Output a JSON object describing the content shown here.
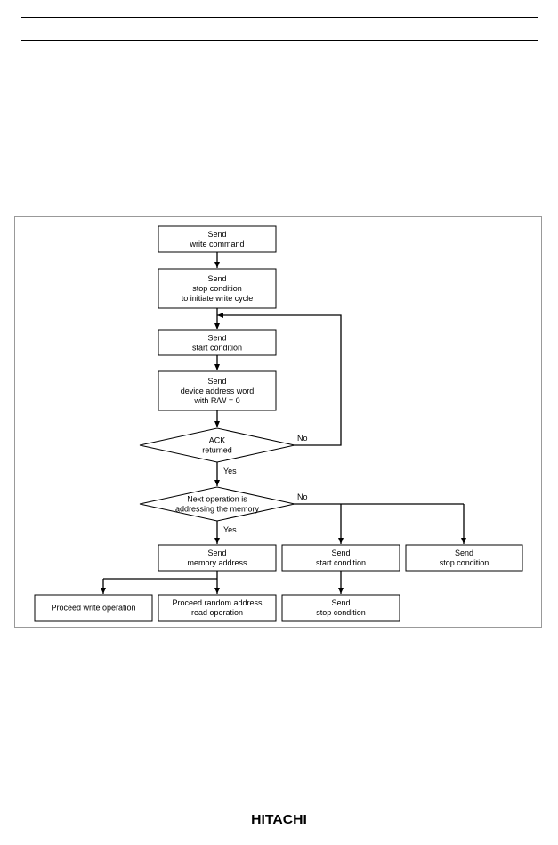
{
  "footer": {
    "brand": "HITACHI"
  },
  "flowchart": {
    "boxes": {
      "send_write_command": [
        "Send",
        "write command"
      ],
      "send_stop_write_cycle": [
        "Send",
        "stop condition",
        "to initiate write cycle"
      ],
      "send_start_1": [
        "Send",
        "start condition"
      ],
      "send_device_address": [
        "Send",
        "device address word",
        "with R/W = 0"
      ],
      "send_memory_address": [
        "Send",
        "memory address"
      ],
      "send_start_2": [
        "Send",
        "start condition"
      ],
      "send_stop_right": [
        "Send",
        "stop condition"
      ],
      "send_stop_bottom": [
        "Send",
        "stop condition"
      ],
      "proceed_write": [
        "Proceed write operation"
      ],
      "proceed_random_read": [
        "Proceed random address",
        "read operation"
      ]
    },
    "decisions": {
      "ack_returned": [
        "ACK",
        "returned"
      ],
      "next_operation": [
        "Next operation is",
        "addressing the memory"
      ]
    },
    "edge_labels": {
      "ack_no": "No",
      "ack_yes": "Yes",
      "next_no": "No",
      "next_yes": "Yes"
    }
  }
}
